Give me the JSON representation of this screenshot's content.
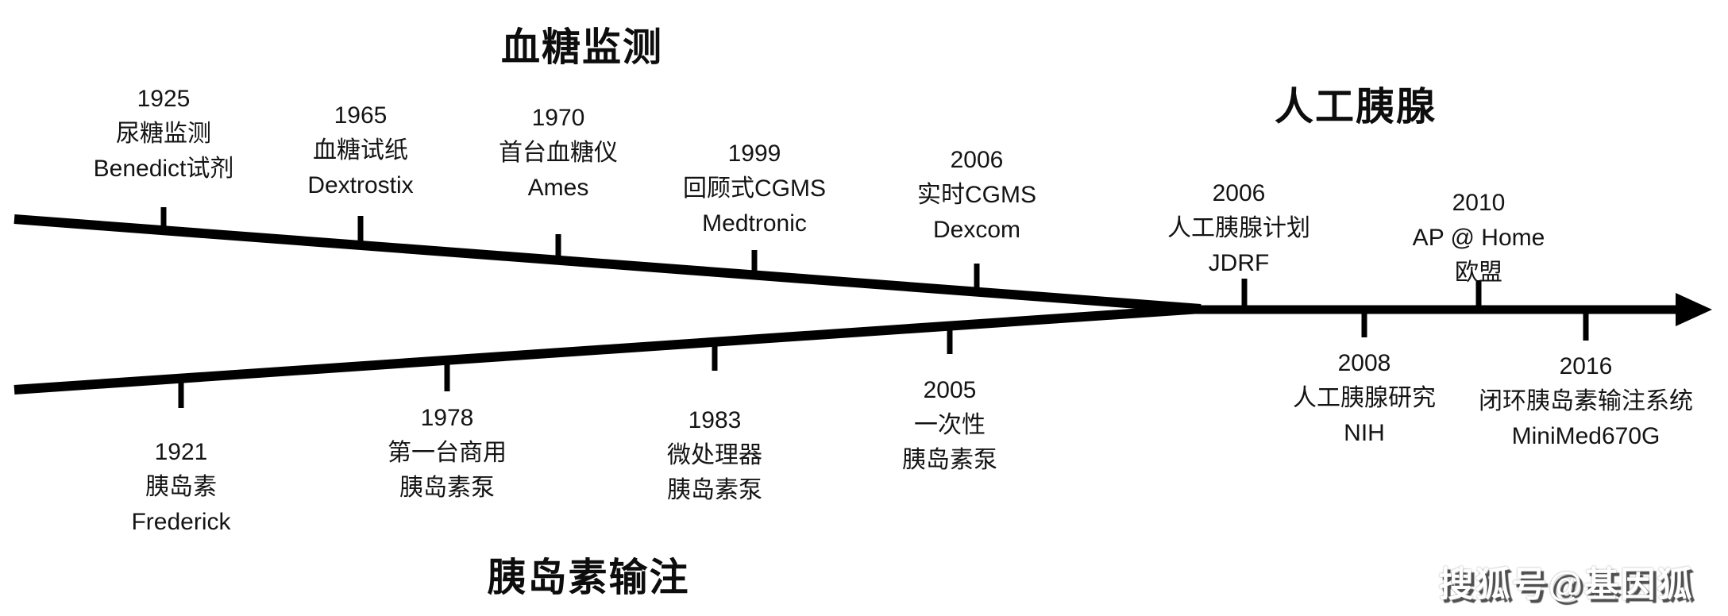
{
  "diagram": {
    "background_color": "#ffffff",
    "line_color": "#000000",
    "text_color": "#141414"
  },
  "sections": {
    "monitoring": {
      "title": "血糖监测",
      "events": [
        {
          "year": "1925",
          "title": "尿糖监测",
          "detail": "Benedict试剂"
        },
        {
          "year": "1965",
          "title": "血糖试纸",
          "detail": "Dextrostix"
        },
        {
          "year": "1970",
          "title": "首台血糖仪",
          "detail": "Ames"
        },
        {
          "year": "1999",
          "title": "回顾式CGMS",
          "detail": "Medtronic"
        },
        {
          "year": "2006",
          "title": "实时CGMS",
          "detail": "Dexcom"
        }
      ]
    },
    "infusion": {
      "title": "胰岛素输注",
      "events": [
        {
          "year": "1921",
          "title": "胰岛素",
          "detail": "Frederick"
        },
        {
          "year": "1978",
          "title": "第一台商用",
          "detail": "胰岛素泵"
        },
        {
          "year": "1983",
          "title": "微处理器",
          "detail": "胰岛素泵"
        },
        {
          "year": "2005",
          "title": "一次性",
          "detail": "胰岛素泵"
        }
      ]
    },
    "artificial_pancreas": {
      "title": "人工胰腺",
      "events_above": [
        {
          "year": "2006",
          "title": "人工胰腺计划",
          "detail": "JDRF"
        },
        {
          "year": "2010",
          "title": "AP @ Home",
          "detail": "欧盟"
        }
      ],
      "events_below": [
        {
          "year": "2008",
          "title": "人工胰腺研究",
          "detail": "NIH"
        },
        {
          "year": "2016",
          "title": "闭环胰岛素输注系统",
          "detail": "MiniMed670G"
        }
      ]
    }
  },
  "watermark": {
    "text": "搜狐号@基因狐"
  }
}
